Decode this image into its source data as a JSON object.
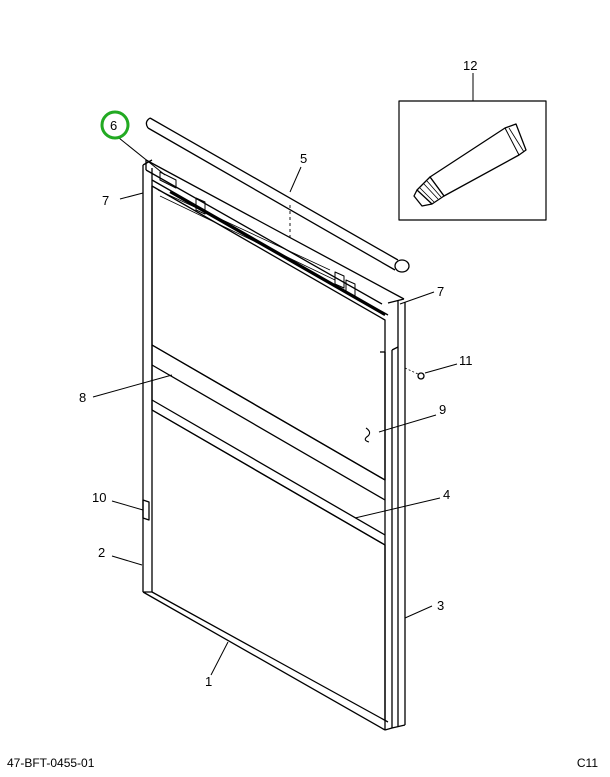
{
  "callouts": {
    "c1": "1",
    "c2": "2",
    "c3": "3",
    "c4": "4",
    "c5": "5",
    "c6": "6",
    "c7a": "7",
    "c7b": "7",
    "c8": "8",
    "c9": "9",
    "c10": "10",
    "c11": "11",
    "c12": "12"
  },
  "footer": {
    "part_number": "47-BFT-0455-01",
    "page_code": "C11"
  },
  "highlight_color": "#22aa22"
}
